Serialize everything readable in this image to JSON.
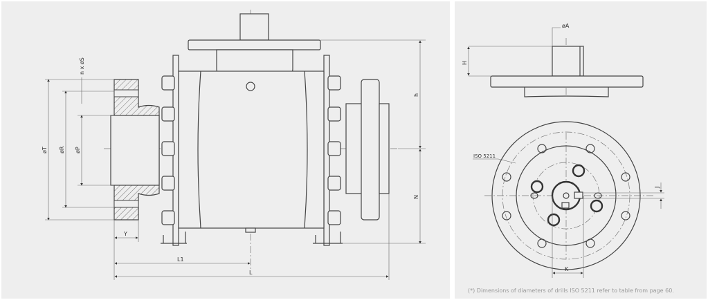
{
  "front_view": {
    "labels": {
      "nxS": "n x øS",
      "T": "øT",
      "R": "øR",
      "P": "øP",
      "Y": "Y",
      "L1": "L1",
      "L": "L",
      "h": "h",
      "N": "N"
    }
  },
  "side_view": {
    "labels": {
      "A": "øA",
      "H": "H",
      "iso": "ISO 5211",
      "J": "J",
      "K": "K"
    }
  },
  "footnote": "(*) Dimensions of diameters of drills ISO 5211 refer to table from page 60."
}
